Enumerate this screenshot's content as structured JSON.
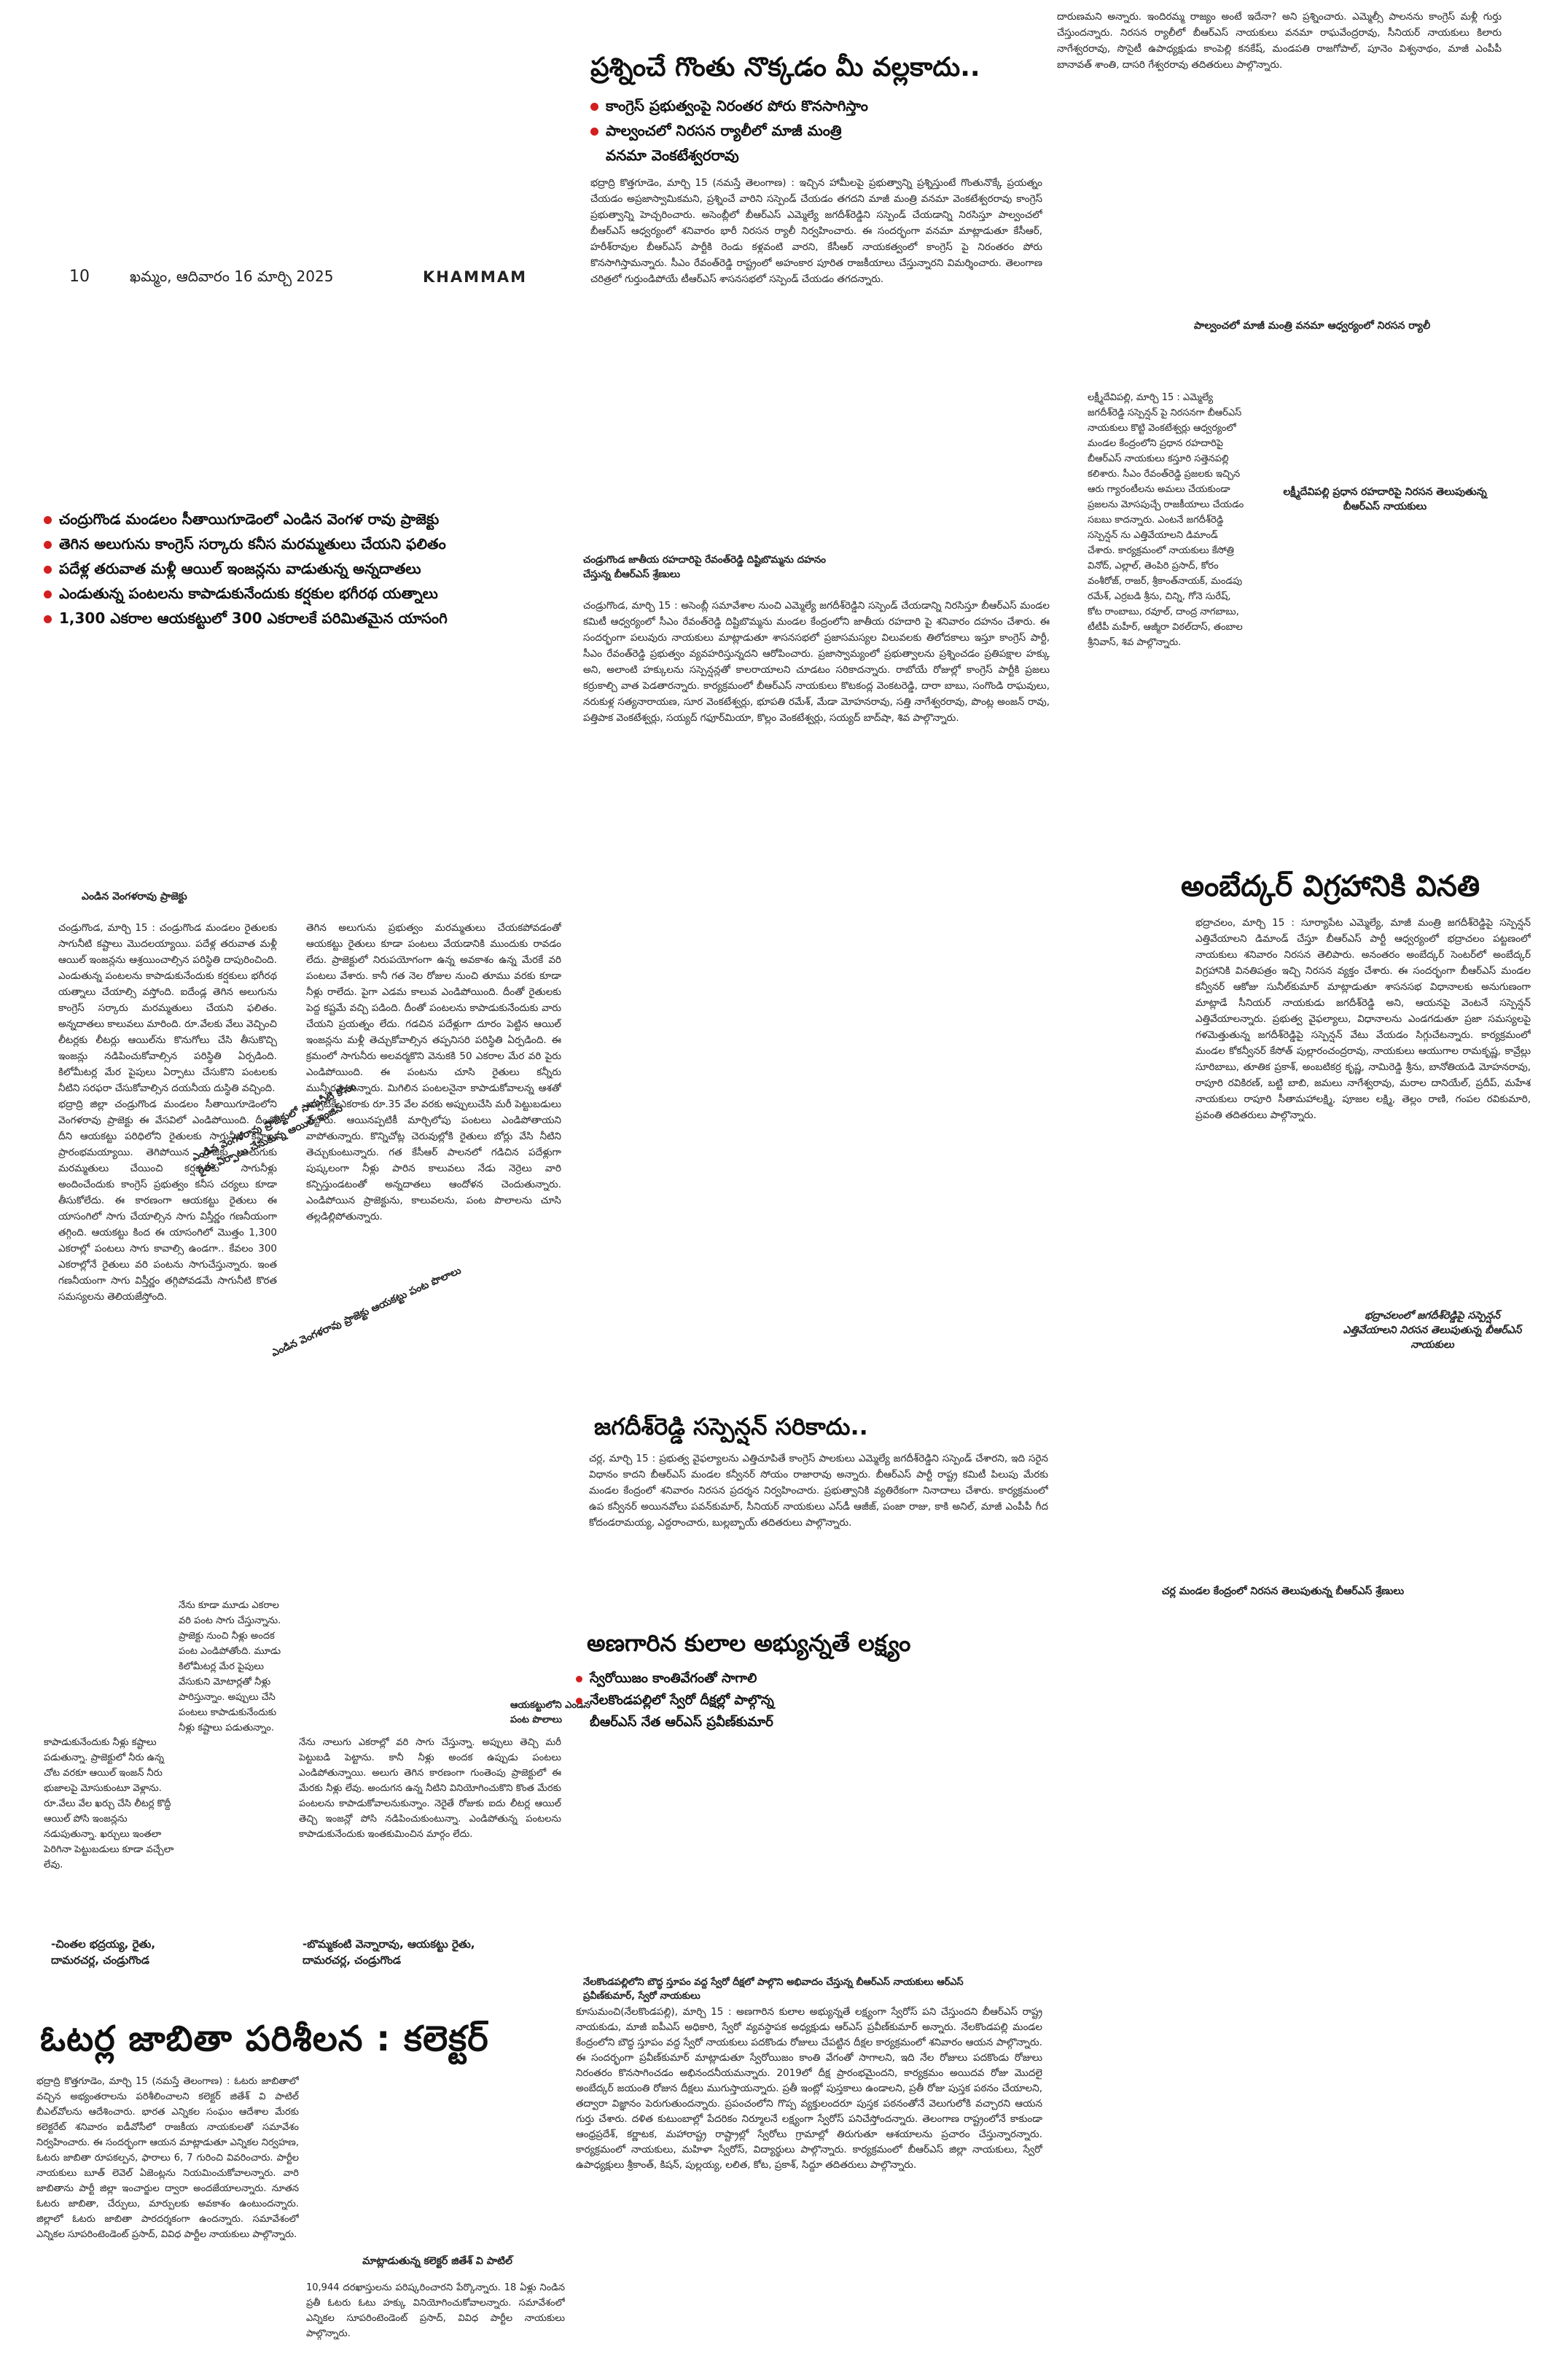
{
  "masthead": {
    "page_no": "10",
    "date_line": "ఖమ్మం, ఆదివారం 16 మార్చి 2025",
    "edition": "KHAMMAM"
  },
  "story1": {
    "headline": "ప్రశ్నించే గొంతు నొక్కడం మీ వల్లకాదు..",
    "bullets": [
      "కాంగ్రెస్ ప్రభుత్వంపై నిరంతర పోరు కొనసాగిస్తాం",
      "పాల్వంచలో నిరసన ర్యాలీలో మాజీ మంత్రి",
      "వనమా వెంకటేశ్వరరావు"
    ],
    "body": "భద్రాద్రి కొత్తగూడెం, మార్చి 15 (నమస్తే తెలంగాణ) : ఇచ్చిన హామీలపై ప్రభుత్వాన్ని ప్రశ్నిస్తుంటే గొంతునొక్కే ప్రయత్నం చేయడం అప్రజాస్వామికమని, ప్రశ్నించే వారిని సస్పెండ్ చేయడం తగదని మాజీ మంత్రి వనమా వెంకటేశ్వరరావు కాంగ్రెస్ ప్రభుత్వాన్ని హెచ్చరించారు. అసెంబ్లీలో బీఆర్ఎస్ ఎమ్మెల్యే జగదీశ్‌రెడ్డిని సస్పెండ్ చేయడాన్ని నిరసిస్తూ పాల్వంచలో బీఆర్ఎస్ ఆధ్వర్యంలో శనివారం భారీ నిరసన ర్యాలీ నిర్వహించారు. ఈ సందర్భంగా వనమా మాట్లాడుతూ కేసీఆర్, హరీశ్‌రావుల బీఆర్ఎస్ పార్టీకి రెండు కళ్లవంటి వారని, కేసీఆర్ నాయకత్వంలో కాంగ్రెస్ పై నిరంతరం పోరు కొనసాగిస్తామన్నారు. సీఎం రేవంత్‌రెడ్డి రాష్ట్రంలో అహంకార పూరిత రాజకీయాలు చేస్తున్నారని విమర్శించారు. తెలంగాణ చరిత్రలో గుర్తుండిపోయే టీఆర్ఎస్ శాసనసభలో సస్పెండ్ చేయడం తగదన్నారు.",
    "body_top_right": "దారుణమని అన్నారు. ఇందిరమ్మ రాజ్యం అంటే ఇదేనా? అని ప్రశ్నించారు. ఎమ్మెల్సీ పాలనను కాంగ్రెస్ మళ్లీ గుర్తు చేస్తుందన్నారు. నిరసన ర్యాలీలో బీఆర్ఎస్ నాయకులు వనమా రాఘవేంద్రరావు, సీనియర్ నాయకులు కిలారు నాగేశ్వరరావు, సొసైటీ ఉపాధ్యక్షుడు కాంపెల్లి కనకేష్, మండపతి రాజగోపాల్, పూనెం విశ్వనాథం, మాజీ ఎంపీపీ బానావత్ శాంతి, దాసరి గేశ్వరరావు తదితరులు పాల్గొన్నారు.",
    "caption": "పాల్వంచలో మాజీ మంత్రి వనమా ఆధ్వర్యంలో నిరసన ర్యాలీ"
  },
  "story2": {
    "bullets": [
      "చంద్రుగొండ మండలం సీతాయిగూడెంలో ఎండిన వెంగళ రావు ప్రాజెక్టు",
      "తెగిన అలుగును కాంగ్రెస్ సర్కారు కనీస మరమ్మతులు చేయని ఫలితం",
      "పదేళ్ల తరువాత మళ్లీ ఆయిల్ ఇంజన్లను వాడుతున్న అన్నదాతలు",
      "ఎండుతున్న పంటలను కాపాడుకునేందుకు కర్షకుల భగీరథ యత్నాలు",
      "1,300 ఎకరాల ఆయకట్టులో 300 ఎకరాలకే పరిమితమైన యాసంగి"
    ],
    "photo_caption": "ఎండిన వెంగళరావు ప్రాజెక్టు",
    "diag_caption1": "ఎండిన వెంగళరావు ప్రాజెక్టులో సాగునీటి కోసం",
    "diag_caption1b": "రైతు ఏర్పాటు చేసుకున్న ఆయిల్ ఇంజిన్",
    "diag_caption2": "ఎండిన వెంగళరావు ప్రాజెక్టు ఆయకట్టు పంట పొలాలు",
    "body_col1": "చండ్రుగొండ, మార్చి 15 : చండ్రుగొండ మండలం రైతులకు సాగునీటి కష్టాలు మొదలయ్యాయి. పదేళ్ల తరువాత మళ్లీ ఆయిల్ ఇంజన్లను ఆశ్రయించాల్సిన పరిస్థితి దాపురించింది. ఎండుతున్న పంటలను కాపాడుకునేందుకు కర్షకులు భగీరథ యత్నాలు చేయాల్సి వస్తోంది. ఐదేండ్ల తెగిన అలుగును కాంగ్రెస్ సర్కారు మరమ్మతులు చేయని ఫలితం. అన్నదాతలు కాలువలు మారింది. రూ.వేలకు వేలు వెచ్చించి లీటర్లకు లీటర్లు ఆయిల్‌ను కొనుగోలు చేసి తీసుకొచ్చి ఇంజన్లు నడిపించుకోవాల్సిన పరిస్థితి ఏర్పడింది. కిలోమీటర్ల మేర పైపులు ఏర్పాటు చేసుకొని పంటలకు నీటిని సరఫరా చేసుకోవాల్సిన దయనీయ దుస్థితి వచ్చింది.\nభద్రాద్రి జిల్లా చండ్రుగొండ మండలం సీతాయిగూడెంలోని వెంగళరావు ప్రాజెక్టు ఈ వేసవిలో ఎండిపోయింది. దీంతో దీని ఆయకట్టు పరిధిలోని రైతులకు సాగునీటి కష్టాలు ప్రారంభమయ్యాయి. తెగిపోయిన ప్రాజెక్టు అలుగుకు మరమ్మతులు చేయించి కర్షకులకు సాగునీళ్లు అందించేందుకు కాంగ్రెస్ ప్రభుత్వం కనీస చర్యలు కూడా తీసుకోలేదు. ఈ కారణంగా ఆయకట్టు రైతులు ఈ యాసంగిలో సాగు చేయాల్సిన సాగు విస్తీర్ణం గణనీయంగా తగ్గింది. ఆయకట్టు కింద ఈ యాసంగిలో మొత్తం 1,300 ఎకరాల్లో పంటలు సాగు కావాల్సి ఉండగా.. కేవలం 300 ఎకరాల్లోనే రైతులు వరి పంటను సాగుచేస్తున్నారు. ఇంత గణనీయంగా సాగు విస్తీర్ణం తగ్గిపోవడమే సాగునీటి కొరత సమస్యలను తెలియజేస్తోంది.",
    "body_col2": "తెగిన అలుగును ప్రభుత్వం మరమ్మతులు చేయకపోవడంతో ఆయకట్టు రైతులు కూడా పంటలు వేయడానికి ముందుకు రావడం లేదు. ప్రాజెక్టులో నిరుపయోగంగా ఉన్న అవకాశం ఉన్న మేరకే వరి పంటలు వేశారు. కానీ గత నెల రోజుల నుంచి తూము వరకు కూడా నీళ్లు రాలేదు. పైగా ఎడమ కాలువ ఎండిపోయింది. దీంతో రైతులకు పెద్ద కష్టమే వచ్చి పడింది. దీంతో పంటలను కాపాడుకునేందుకు వారు చేయని ప్రయత్నం లేదు. గడచిన పదేళ్లుగా దూరం పెట్టిన ఆయిల్ ఇంజన్లను మళ్లీ తెచ్చుకోవాల్సిన తప్పనిసరి పరిస్థితి ఏర్పడింది. ఈ క్రమంలో సాగునీరు అలవర్మకొని వెనుకకి 50 ఎకరాల మేర వరి పైరు ఎండిపోయింది. ఈ పంటను చూసి రైతులు కన్నీరు మున్నీరవుతున్నారు. మిగిలిన పంటలనైనా కాపాడుకోవాలన్న ఆశతో ఇప్పటికే ఎకరాకు రూ.35 వేల వరకు అప్పులుచేసి మరీ పెట్టుబడులు పెట్టారు. ఆయినప్పటికీ మార్చిలోపు పంటలు ఎండిపోతాయని వాపోతున్నారు. కొన్నిచోట్ల చెరువుల్లోకి రైతులు బోర్లు వేసి నీటిని తెచ్చుకుంటున్నారు. గత కేసీఆర్ పాలనలో గడిచిన పదేళ్లుగా పుష్కలంగా నీళ్లు పారిన కాలువలు నేడు నెర్రెలు వారి కన్పిస్తుండటంతో అన్నదాతలు ఆందోళన చెందుతున్నారు. ఎండిపోయిన ప్రాజెక్టును, కాలువలను, పంట పొలాలను చూసి తల్లడిల్లిపోతున్నారు.",
    "farmer_quote1": "నేను కూడా మూడు ఎకరాల వరి పంట సాగు చేస్తున్నాను. ప్రాజెక్టు నుంచి నీళ్లు అందక పంట ఎండిపోతోంది. మూడు కిలోమీటర్ల మేర పైపులు వేసుకుని మోటార్లతో నీళ్లు పారిస్తున్నాం. అప్పులు చేసి పంటలు కాపాడుకునేందుకు నీళ్లు కష్టాలు పడుతున్నాం.",
    "farmer_quote1b": "కాపాడుకునేందుకు నీళ్లు కష్టాలు పడుతున్నా. ప్రాజెక్టులో నీరు ఉన్న చోట వరకూ ఆయిల్ ఇంజన్ నీరు భుజాలపై మోసుకుంటూ వెళ్లాను. రూ.వేలు వేల ఖర్చు చేసి లీటర్ల కొద్దీ ఆయిల్ పోసి ఇంజన్లను నడుపుతున్నా. ఖర్చులు ఇంతలా పెరిగినా పెట్టుబడులు కూడా వచ్చేలా లేవు.",
    "farmer_quote2": "నేను నాలుగు ఎకరాల్లో వరి సాగు చేస్తున్నా. అప్పులు తెచ్చి మరీ పెట్టుబడి పెట్టాను. కానీ నీళ్లు అందక ఉప్పుడు పంటలు ఎండిపోతున్నాయి. అలుగు తెగిన కారణంగా గుంతెంపు ప్రాజెక్టులో ఈ మేరకు నీళ్లు లేవు. అందుగన ఉన్న నీటిని వినియోగించుకొని కొంత మేరకు పంటలను కాపాడుకోవాలనుకున్నాం. నెరైతే రోజుకు ఐదు లీటర్ల ఆయిల్ తెచ్చి ఇంజన్లో పోసి నడిపించుకుంటున్నా. ఎండిపోతున్న పంటలను కాపాడుకునేందుకు ఇంతకుమించిన మార్గం లేదు.",
    "photo_caption2": "ఆయకట్టులోని ఎండిన పంట పొలాలు",
    "sig1": "-చింతల భద్రయ్య, రైతు, దామరచర్ల, చండ్రుగొండ",
    "sig2": "-బొమ్మకంటి వెన్నారావు, ఆయకట్టు రైతు, దామరచర్ల, చండ్రుగొండ"
  },
  "story3": {
    "caption": "చండ్రుగొండ జాతీయ రహదారిపై రేవంత్‌రెడ్డి దిష్టిబొమ్మను దహనం చేస్తున్న బీఆర్ఎస్ శ్రేణులు",
    "body": "చండ్రుగొండ, మార్చి 15 : అసెంబ్లీ సమావేశాల నుంచి ఎమ్మెల్యే జగదీశ్‌రెడ్డిని సస్పెండ్ చేయడాన్ని నిరసిస్తూ బీఆర్ఎస్ మండల కమిటీ ఆధ్వర్యంలో సీఎం రేవంత్‌రెడ్డి దిష్టిబొమ్మను మండల కేంద్రంలోని జాతీయ రహదారి పై శనివారం దహనం చేశారు. ఈ సందర్భంగా పలువురు నాయకులు మాట్లాడుతూ శాసనసభలో ప్రజాసమస్యల విలువలకు తిలోదకాలు ఇస్తూ కాంగ్రెస్ పార్టీ, సీఎం రేవంత్‌రెడ్డి ప్రభుత్వం వ్యవహరిస్తున్నదని ఆరోపించారు. ప్రజాస్వామ్యంలో ప్రభుత్వాలను ప్రశ్నించడం ప్రతిపక్షాల హక్కు అని, అలాంటి హక్కులను సస్పెన్షన్లతో కాలరాయాలని చూడటం సరికాదన్నారు. రాబోయే రోజుల్లో కాంగ్రెస్ పార్టీకి ప్రజలు కర్రుకాల్చి వాత పెడతారన్నారు. కార్యక్రమంలో బీఆర్ఎస్ నాయకులు కొటకంద్ల వెంకటరెడ్డి, దారా బాబు, సంగొండి రాఘవులు, నరుకుళ్ల సత్యనారాయణ, సూర వెంకటేశ్వర్లు, భూపతి రమేశ్, మేడా మోహనరావు, సత్తి నాగేశ్వరరావు, పొంట్ల అంజన్ రావు, పత్తిపాక వెంకటేశ్వర్లు, సయ్యద్ గఫూర్‌మియా, కొల్లం వెంకటేశ్వర్లు, సయ్యద్ బాద్‌షా, శివ పాల్గొన్నారు."
  },
  "story4": {
    "body": "లక్ష్మీదేవిపల్లి, మార్చి 15 : ఎమ్మెల్యే జగదీశ్‌రెడ్డి సస్పెన్షన్ పై నిరసనగా బీఆర్ఎస్ నాయకులు కొట్టి వెంకటేశ్వర్లు ఆధ్వర్యంలో మండల కేంద్రంలోని ప్రధాన రహదారిపై బీఆర్ఎస్ నాయకులు కస్తూరి సత్తెనపల్లి కలిశారు. సీఎం రేవంత్‌రెడ్డి ప్రజలకు ఇచ్చిన ఆరు గ్యారంటీలను అమలు చేయకుండా ప్రజలను మోసపుచ్చే రాజకీయాలు చేయడం సబబు కాదన్నారు. ఎంటనే జగదీశ్‌రెడ్డి సస్పెన్షన్ ను ఎత్తివేయాలని డిమాండ్ చేశారు. కార్యక్రమంలో నాయకులు కేసోత్రి వినోద్, ఎల్లాల్, తెంపిరి ప్రసాద్, కోరం వంశీరోజ్, రాజర్, శ్రీకాంత్‌నాయక్, మండపు రమేశ్, ఎర్రబడి శ్రీను, చిన్ని, గోనె సురేష్, కోట రాంబాబు, రవూల్, దాంద్ర నాగబాబు, టీటీపీ మహీర్, ఆజ్మీరా విఠల్‌దాస్, తంబాల శ్రీనివాస్, శివ పాల్గొన్నారు.",
    "caption": "లక్ష్మీదేవిపల్లి ప్రధాన రహదారిపై నిరసన తెలుపుతున్న బీఆర్ఎస్ నాయకులు"
  },
  "story5": {
    "headline": "అంబేద్కర్ విగ్రహానికి వినతి",
    "body": "భద్రాచలం, మార్చి 15 : సూర్యాపేట ఎమ్మెల్యే, మాజీ మంత్రి జగదీశ్‌రెడ్డిపై సస్పెన్షన్ ఎత్తివేయాలని డిమాండ్ చేస్తూ బీఆర్ఎస్ పార్టీ ఆధ్వర్యంలో భద్రాచలం పట్టణంలో నాయకులు శనివారం నిరసన తెలిపారు. అనంతరం అంబేద్కర్ సెంటర్‌లో అంబేద్కర్ విగ్రహానికి వినతిపత్రం ఇచ్చి నిరసన వ్యక్తం చేశారు. ఈ సందర్భంగా బీఆర్ఎస్ మండల కన్వీనర్ ఆకోజు సునీల్‌కుమార్ మాట్లాడుతూ శాసనసభ విధానాలకు అనుగుణంగా మాట్లాడే సీనియర్ నాయకుడు జగదీశ్‌రెడ్డి అని, ఆయనపై వెంటనే సస్పెన్షన్ ఎత్తివేయాలన్నారు. ప్రభుత్వ వైఫల్యాలు, విధానాలను ఎండగడుతూ ప్రజా సమస్యలపై గళమెత్తుతున్న జగదీశ్‌రెడ్డిపై సస్పెన్షన్ వేటు వేయడం సిగ్గుచేటన్నారు. కార్యక్రమంలో మండల కోకన్వీనర్ కేసోత్ పుల్లారంచంద్రరావు, నాయకులు ఆయుగాల రామకృష్ణ, కావ్రేల్లు సూరిబాబు, తూతిక ప్రకాశ్, అంబటికర్ర కృష్ణ, నామిరెడ్డి శ్రీను, బానోతియడి మోహనరావు, రాపూరి రవికిరణ్, బట్టి బాబి, జమలు నాగేశ్వరావు, మరాల దానియేల్, ప్రదీప్, మహేశ నాయకులు రాపూరి సీతామహాలక్ష్మి, పూజల లక్ష్మి, తెల్లం రాణి, గంపల రవికుమారి, ప్రవంతి తదితరులు పాల్గొన్నారు.",
    "caption": "భద్రాచలంలో జగదీశ్‌రెడ్డిపై సస్పెన్షన్ ఎత్తివేయాలని నిరసన తెలుపుతున్న బీఆర్ఎస్ నాయకులు"
  },
  "story6": {
    "headline": "జగదీశ్‌రెడ్డి సస్పెన్షన్ సరికాదు..",
    "body": "చర్ల, మార్చి 15 : ప్రభుత్వ వైఫల్యాలను ఎత్తిచూపితే కాంగ్రెస్ పాలకులు ఎమ్మెల్యే జగదీశ్‌రెడ్డిని సస్పెండ్ చేశారని, ఇది సరైన విధానం కాదని బీఆర్ఎస్ మండల కన్వీనర్ సోయం రాజారావు అన్నారు. బీఆర్ఎస్ పార్టీ రాష్ట్ర కమిటీ పిలుపు మేరకు మండల కేంద్రంలో శనివారం నిరసన ప్రదర్శన నిర్వహించారు. ప్రభుత్వానికి వ్యతిరేకంగా నినాదాలు చేశారు. కార్యక్రమంలో ఉప కన్వీనర్ అయినవోలు పవన్‌కుమార్, సీనియర్ నాయకులు ఎస్‌డీ ఆజీజ్, పంజా రాజు, కాకి అనిల్, మాజీ ఎంపీపీ గీద కోదండరామయ్య, ఎద్దరాంచారు, బుల్లబ్బాయ్ తదితరులు పాల్గొన్నారు.",
    "caption": "చర్ల మండల కేంద్రంలో నిరసన తెలుపుతున్న బీఆర్ఎస్ శ్రేణులు"
  },
  "story7": {
    "headline": "అణగారిన కులాల అభ్యున్నతే లక్ష్యం",
    "bullets": [
      "స్వేరోయిజం కాంతివేగంతో సాగాలి",
      "నేలకొండపల్లిలో స్వేరో దీక్షల్లో పాల్గొన్న",
      "బీఆర్ఎస్ నేత ఆర్ఎస్ ప్రవీణ్‌కుమార్"
    ],
    "caption": "నేలకొండపల్లిలోని బౌద్ధ స్తూపం వద్ద స్వేరో దీక్షలో పాల్గొని అభివాదం చేస్తున్న బీఆర్ఎస్ నాయకులు ఆర్ఎస్ ప్రవీణ్‌కుమార్, స్వేరో నాయకులు",
    "body": "కూసుమంచి(నేలకొండపల్లి), మార్చి 15 : అణగారిన కులాల అభ్యున్నతే లక్ష్యంగా స్వేరోస్ పని చేస్తుందని బీఆర్ఎస్ రాష్ట్ర నాయకుడు, మాజీ ఐపీఎస్ అధికారి, స్వేరో వ్యవస్థాపక అధ్యక్షుడు ఆర్ఎస్ ప్రవీణ్‌కుమార్ అన్నారు. నేలకొండపల్లి మండల కేంద్రంలోని బౌద్ధ స్తూపం వద్ద స్వేరో నాయకులు పదకొండు రోజులు చేపట్టిన దీక్షల కార్యక్రమంలో శనివారం ఆయన పాల్గొన్నారు. ఈ సందర్భంగా ప్రవీణ్‌కుమార్ మాట్లాడుతూ స్వేరోయిజం కాంతి వేగంతో సాగాలని, ఇది నేల రోజులు పదకొండు రోజులు నిరంతరం కొనసాగించడం అభినందనీయమన్నారు. 2019లో దీక్ష ప్రారంభమైందని, కార్యక్రమం అయిదవ రోజు మొదలై అంబేద్కర్ జయంతి రోజున దీక్షలు ముగుస్తాయన్నారు. ప్రతీ ఇంట్లో పుస్తకాలు ఉండాలని, ప్రతీ రోజు పుస్తక పఠనం చేయాలని, తద్వారా విజ్ఞానం పెరుగుతుందన్నారు. ప్రపంచంలోని గొప్ప వ్యక్తులందరూ పుస్తక పఠనంతోనే వెలుగులోకి వచ్చారని ఆయన గుర్తు చేశారు. దళిత కుటుంబాల్లో పేదరికం నిర్మూలనే లక్ష్యంగా స్వేరోస్ పనిచేస్తోందన్నారు. తెలంగాణ రాష్ట్రంలోనే కాకుండా ఆంధ్రప్రదేశ్, కర్ణాటక, మహారాష్ట్ర రాష్ట్రాల్లో స్వేరోలు గ్రామాల్లో తిరుగుతూ ఆశయాలను ప్రచారం చేస్తున్నారన్నారు. కార్యక్రమంలో నాయకులు, మహిళా స్వేరోస్, విద్యార్థులు పాల్గొన్నారు. కార్యక్రమంలో బీఆర్ఎస్ జిల్లా నాయకులు, స్వేరో ఉపాధ్యక్షులు శ్రీకాంత్, కిషన్, పుల్లయ్య, లలిత, కోట, ప్రకాశ్, సిద్దూ తదితరులు పాల్గొన్నారు."
  },
  "story8": {
    "headline": "ఓటర్ల జాబితా పరిశీలన : కలెక్టర్",
    "body": "భద్రాద్రి కొత్తగూడెం, మార్చి 15 (నమస్తే తెలంగాణ) : ఓటరు జాబితాలో వచ్చిన అభ్యంతరాలను పరిశీలించాలని కలెక్టర్ జితేశ్ వి పాటిల్ బీఎల్‌వోలను ఆదేశించారు. భారత ఎన్నికల సంఘం ఆదేశాల మేరకు కలెక్టరేట్ శనివారం ఐడీవోసీలో రాజకీయ నాయకులతో సమావేశం నిర్వహించారు. ఈ సందర్భంగా ఆయన మాట్లాడుతూ ఎన్నికల నిర్వహణ, ఓటరు జాబితా రూపకల్పన, ఫారాలు 6, 7 గురించి వివరించారు. పార్టీల నాయకులు బూత్ లెవెల్ ఏజెంట్లను నియమించుకోవాలన్నారు. వారి జాబితాను పార్టీ జిల్లా ఇంచార్జుల ద్వారా అందజేయాలన్నారు. నూతన ఓటరు జాబితా, చేర్పులు, మార్పులకు అవకాశం ఉంటుందన్నారు. జిల్లాలో ఓటరు జాబితా పారదర్శకంగా ఉందన్నారు. సమావేశంలో ఎన్నికల సూపరింటెండెంట్ ప్రసాద్, వివిధ పార్టీల నాయకులు పాల్గొన్నారు.",
    "body_r": "10,944 దరఖాస్తులను పరిష్కరించారని పేర్కొన్నారు. 18 ఏళ్లు నిండిన ప్రతీ ఓటరు ఓటు హక్కు వినియోగించుకోవాలన్నారు. సమావేశంలో ఎన్నికల సూపరింటెండెంట్ ప్రసాద్, వివిధ పార్టీల నాయకులు పాల్గొన్నారు.",
    "caption": "మాట్లాడుతున్న కలెక్టర్ జితేశ్ వి పాటిల్"
  }
}
